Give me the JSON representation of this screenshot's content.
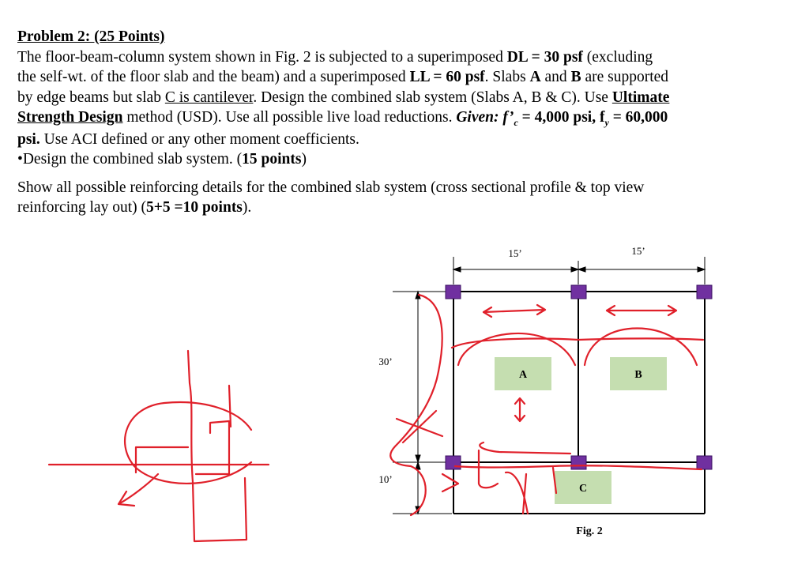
{
  "problem": {
    "heading": "Problem 2: (25 Points)",
    "line1": {
      "t1": "The floor-beam-column system shown in Fig. 2 is subjected to a superimposed ",
      "b1": "DL = 30 psf",
      "t2": " (excluding"
    },
    "line2": {
      "t1": "the self-wt. of the floor slab and the beam) and a superimposed ",
      "b1": "LL = 60 psf",
      "t2": ". Slabs ",
      "b2": "A",
      "t3": " and ",
      "b3": "B",
      "t4": " are supported"
    },
    "line3": {
      "t1": "by edge beams but slab ",
      "u1": "C is cantilever",
      "t2": ". Design the combined slab system (Slabs A, B & C). Use ",
      "bu1": "Ultimate"
    },
    "line4": {
      "bu1": "Strength Design",
      "t1": " method (USD). Use all possible live load reductions. ",
      "b1": "Given: f’",
      "sub1": "c",
      "b2": " = 4,000 psi, f",
      "sub2": "y",
      "b3": " = 60,000"
    },
    "line5": {
      "b1": "psi.",
      "t1": " Use ACI defined or any other moment coefficients."
    },
    "line6": {
      "t1": "•Design the combined slab system. (",
      "b1": "15 points",
      "t2": ")"
    },
    "line7": {
      "t1": "Show all possible reinforcing details for the combined slab system (cross sectional profile & top view"
    },
    "line8": {
      "t1": "reinforcing lay out) (",
      "b1": "5+5 =10 points",
      "t2": ")."
    }
  },
  "figure": {
    "dim_top_left": "15’",
    "dim_top_right": "15’",
    "dim_left_upper": "30’",
    "dim_left_lower": "10’",
    "slab_a": "A",
    "slab_b": "B",
    "slab_c": "C",
    "caption": "Fig. 2",
    "colors": {
      "column": "#7030a0",
      "slab_label_bg": "#c5deb0",
      "sketch": "#e0202a"
    }
  }
}
